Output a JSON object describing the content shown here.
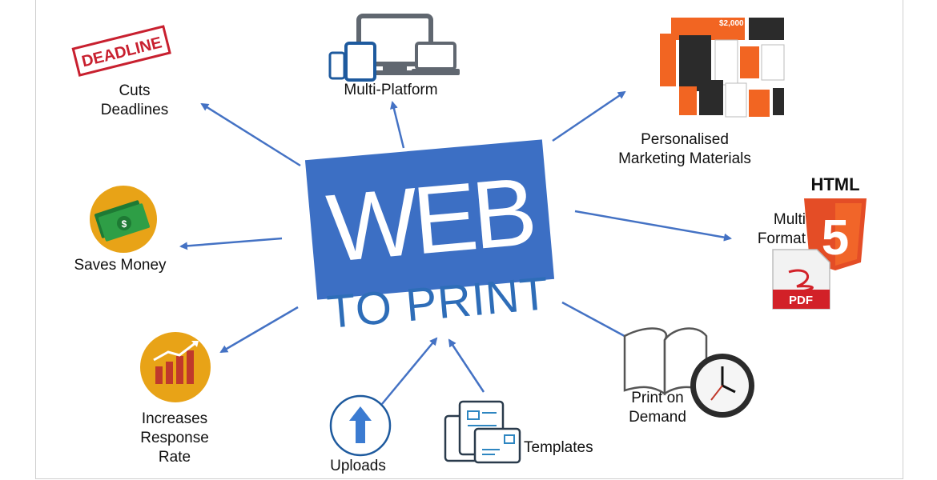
{
  "title": {
    "main": "WEB",
    "sub": "TO PRINT"
  },
  "nodes": {
    "deadlines": {
      "stamp": "DEADLINE",
      "label_line1": "Cuts",
      "label_line2": "Deadlines"
    },
    "platform": {
      "label": "Multi-Platform"
    },
    "marketing": {
      "label_line1": "Personalised",
      "label_line2": "Marketing Materials",
      "card_price": "$2,000"
    },
    "format": {
      "label_line1": "Multi",
      "label_line2": "Format",
      "html_word": "HTML",
      "html_digit": "5",
      "pdf_word": "PDF"
    },
    "money": {
      "label": "Saves Money"
    },
    "response": {
      "label_line1": "Increases",
      "label_line2": "Response",
      "label_line3": "Rate"
    },
    "uploads": {
      "label": "Uploads"
    },
    "templates": {
      "label": "Templates"
    },
    "print": {
      "label_line1": "Print on",
      "label_line2": "Demand"
    }
  },
  "colors": {
    "arrow": "#4472c4",
    "web_box": "#3c6fc4",
    "to_print": "#2e6db8",
    "orange": "#f26522",
    "gold": "#e8a317"
  }
}
